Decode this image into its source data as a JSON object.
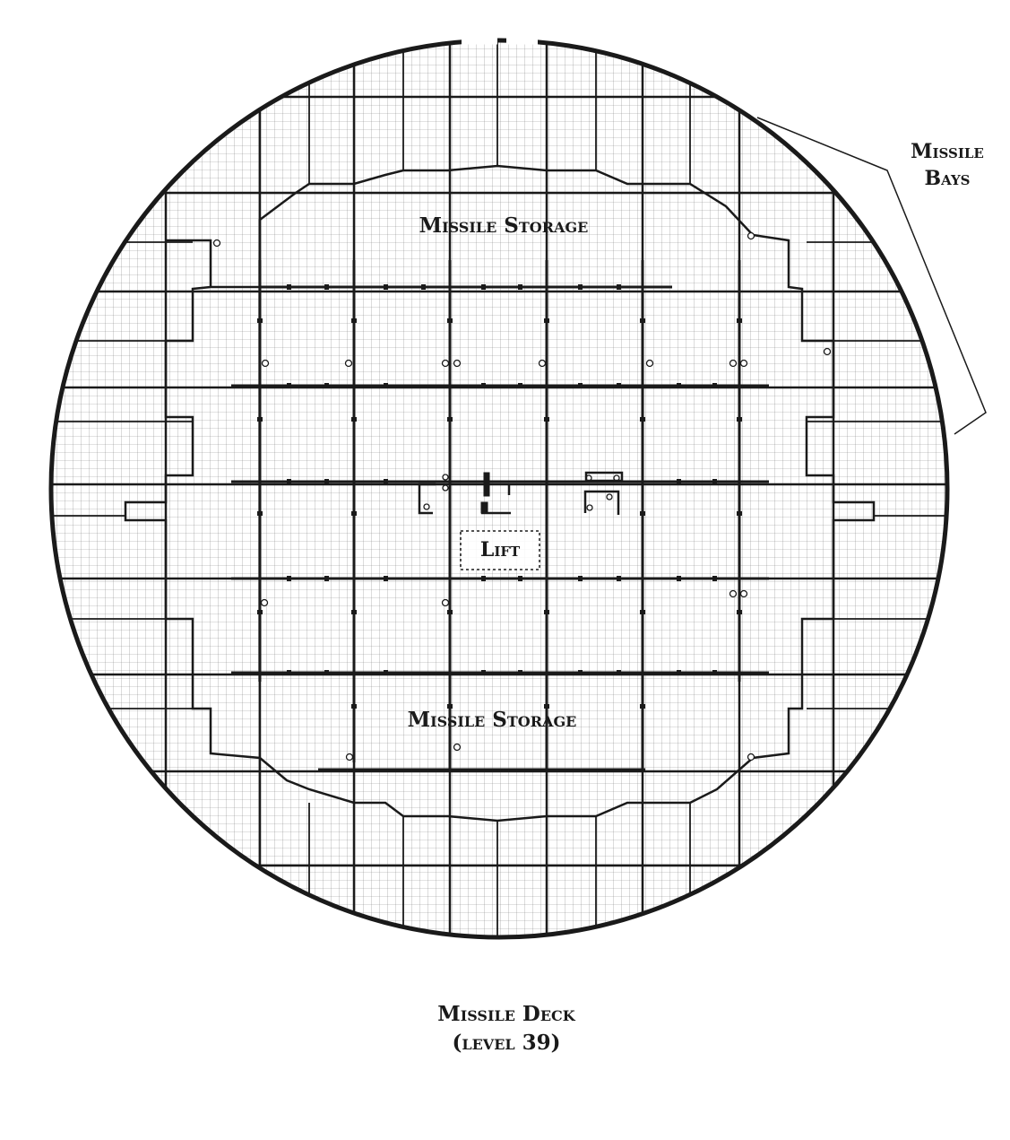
{
  "map": {
    "labels": {
      "missile_storage_top": "Missile Storage",
      "missile_storage_bottom": "Missile Storage",
      "lift": "Lift",
      "missile_bays_line1": "Missile",
      "missile_bays_line2": "Bays"
    },
    "caption": {
      "title": "Missile Deck",
      "subtitle": "(level 39)"
    },
    "colors": {
      "ink": "#1a1a1a",
      "grid": "#8a8a8a",
      "background": "#ffffff"
    }
  }
}
